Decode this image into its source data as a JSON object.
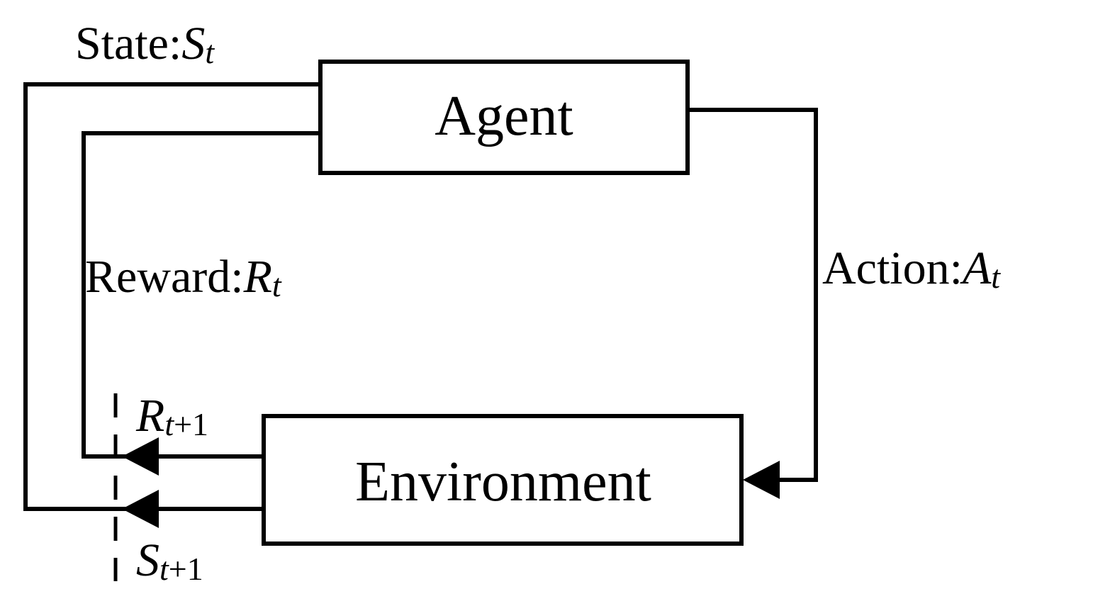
{
  "nodes": {
    "agent": "Agent",
    "environment": "Environment"
  },
  "labels": {
    "state": {
      "text": "State:",
      "symbol": "S",
      "subscript": "t"
    },
    "reward": {
      "text": "Reward:",
      "symbol": "R",
      "subscript": "t"
    },
    "action": {
      "text": "Action:",
      "symbol": "A",
      "subscript": "t"
    },
    "next_reward": {
      "symbol": "R",
      "subscript_var": "t",
      "subscript_rest": "+1"
    },
    "next_state": {
      "symbol": "S",
      "subscript_var": "t",
      "subscript_rest": "+1"
    }
  },
  "edges": [
    {
      "from": "agent",
      "to": "environment",
      "label": "Action"
    },
    {
      "from": "environment",
      "to": "agent",
      "label": "Reward"
    },
    {
      "from": "environment",
      "to": "agent",
      "label": "State"
    }
  ]
}
